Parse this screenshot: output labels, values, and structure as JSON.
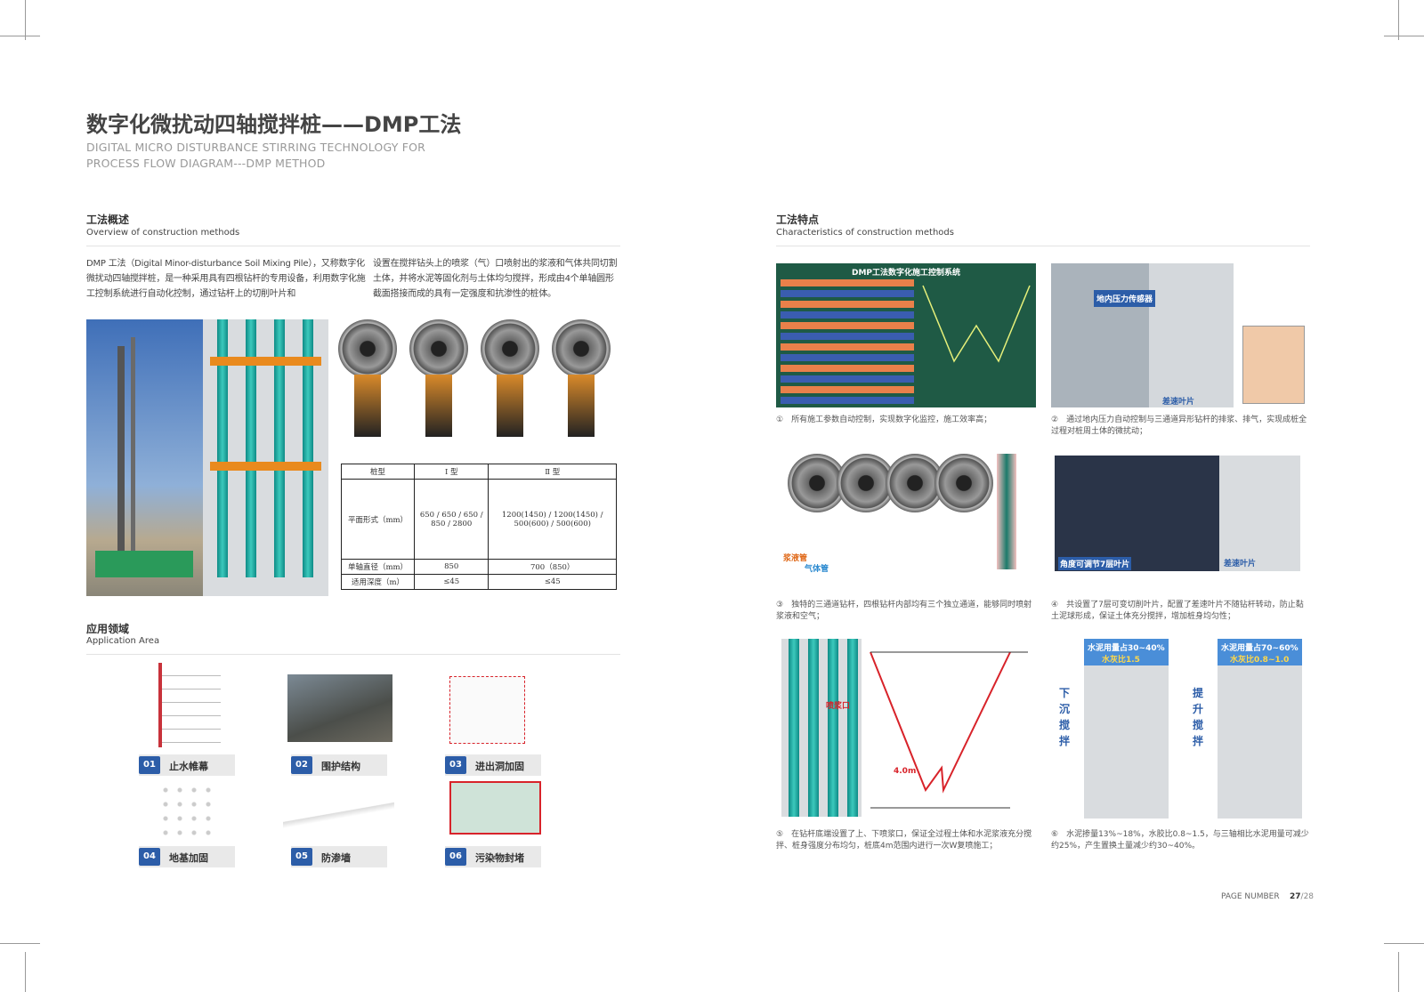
{
  "header": {
    "title": "数字化微扰动四轴搅拌桩——DMP工法",
    "subtitle_line1": "DIGITAL MICRO DISTURBANCE STIRRING TECHNOLOGY FOR",
    "subtitle_line2": "PROCESS FLOW DIAGRAM---DMP METHOD"
  },
  "overview": {
    "title_cn": "工法概述",
    "title_en": "Overview of construction methods",
    "para1": "DMP 工法（Digital Minor-disturbance Soil Mixing Pile），又称数字化微扰动四轴搅拌桩，是一种采用具有四根钻杆的专用设备，利用数字化施工控制系统进行自动化控制，通过钻杆上的切削叶片和",
    "para2": "设置在搅拌钻头上的喷浆（气）口喷射出的浆液和气体共同切割土体，并将水泥等固化剂与土体均匀搅拌，形成由4个单轴圆形截面搭接而成的具有一定强度和抗渗性的桩体。"
  },
  "spec_table": {
    "headers": [
      "桩型",
      "Ⅰ 型",
      "Ⅱ 型"
    ],
    "rows": [
      {
        "label": "平面形式（mm）",
        "type1": "650 / 650 / 650 / 850 / 2800",
        "type2": "1200(1450) / 1200(1450) / 500(600) / 500(600)"
      },
      {
        "label": "单轴直径（mm）",
        "type1": "850",
        "type2": "700（850）"
      },
      {
        "label": "适用深度（m）",
        "type1": "≤45",
        "type2": "≤45"
      }
    ]
  },
  "application": {
    "title_cn": "应用领域",
    "title_en": "Application Area",
    "items": [
      {
        "num": "01",
        "label": "止水帷幕"
      },
      {
        "num": "02",
        "label": "围护结构"
      },
      {
        "num": "03",
        "label": "进出洞加固"
      },
      {
        "num": "04",
        "label": "地基加固"
      },
      {
        "num": "05",
        "label": "防渗墙"
      },
      {
        "num": "06",
        "label": "污染物封堵"
      }
    ]
  },
  "features": {
    "title_cn": "工法特点",
    "title_en": "Characteristics of construction methods",
    "screen_title": "DMP工法数字化施工控制系统",
    "captions": [
      "①　所有施工参数自动控制，实现数字化监控，施工效率高；",
      "②　通过地内压力自动控制与三通道异形钻杆的排浆、排气，实现成桩全过程对桩周土体的微扰动；",
      "③　独特的三通道钻杆，四根钻杆内部均有三个独立通道，能够同时喷射浆液和空气；",
      "④　共设置了7层可变切削叶片，配置了差速叶片不随钻杆转动，防止黏土泥球形成，保证土体充分搅拌，增加桩身均匀性；",
      "⑤　在钻杆底端设置了上、下喷浆口，保证全过程土体和水泥浆液充分搅拌、桩身强度分布均匀，桩底4m范围内进行一次W复喷施工；",
      "⑥　水泥掺量13%~18%，水胶比0.8~1.5，与三轴相比水泥用量可减少约25%，产生置换土量减少约30~40%。"
    ],
    "labels": {
      "sensor": "地内压力传感器",
      "diff_blade": "差速叶片",
      "slurry_pipe": "浆液管",
      "gas_pipe": "气体管",
      "blades7": "角度可调节7层叶片",
      "nozzle": "喷浆口",
      "depth": "4.0m",
      "down_mix": "下沉搅拌",
      "up_mix": "提升搅拌",
      "cement1": "水泥用量占30~40%",
      "wc1": "水灰比1.5",
      "cement2": "水泥用量占70~60%",
      "wc2": "水灰比0.8~1.0"
    }
  },
  "footer": {
    "label": "PAGE NUMBER",
    "page": "27",
    "total": "/28"
  },
  "colors": {
    "accent": "#2c5da8",
    "teal": "#1aa89e",
    "orange": "#e98a1e",
    "red": "#d8232a"
  }
}
